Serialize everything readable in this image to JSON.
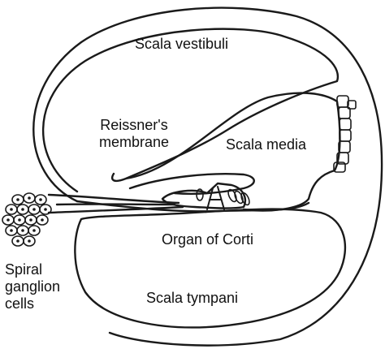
{
  "diagram": {
    "labels": {
      "scala_vestibuli": "Scala vestibuli",
      "reissners_membrane_line1": "Reissner's",
      "reissners_membrane_line2": "membrane",
      "scala_media": "Scala media",
      "organ_of_corti": "Organ of Corti",
      "scala_tympani": "Scala tympani",
      "spiral_ganglion_line1": "Spiral",
      "spiral_ganglion_line2": "ganglion",
      "spiral_ganglion_line3": "cells"
    },
    "stroke_color": "#1a1a1a",
    "background_color": "#ffffff"
  }
}
